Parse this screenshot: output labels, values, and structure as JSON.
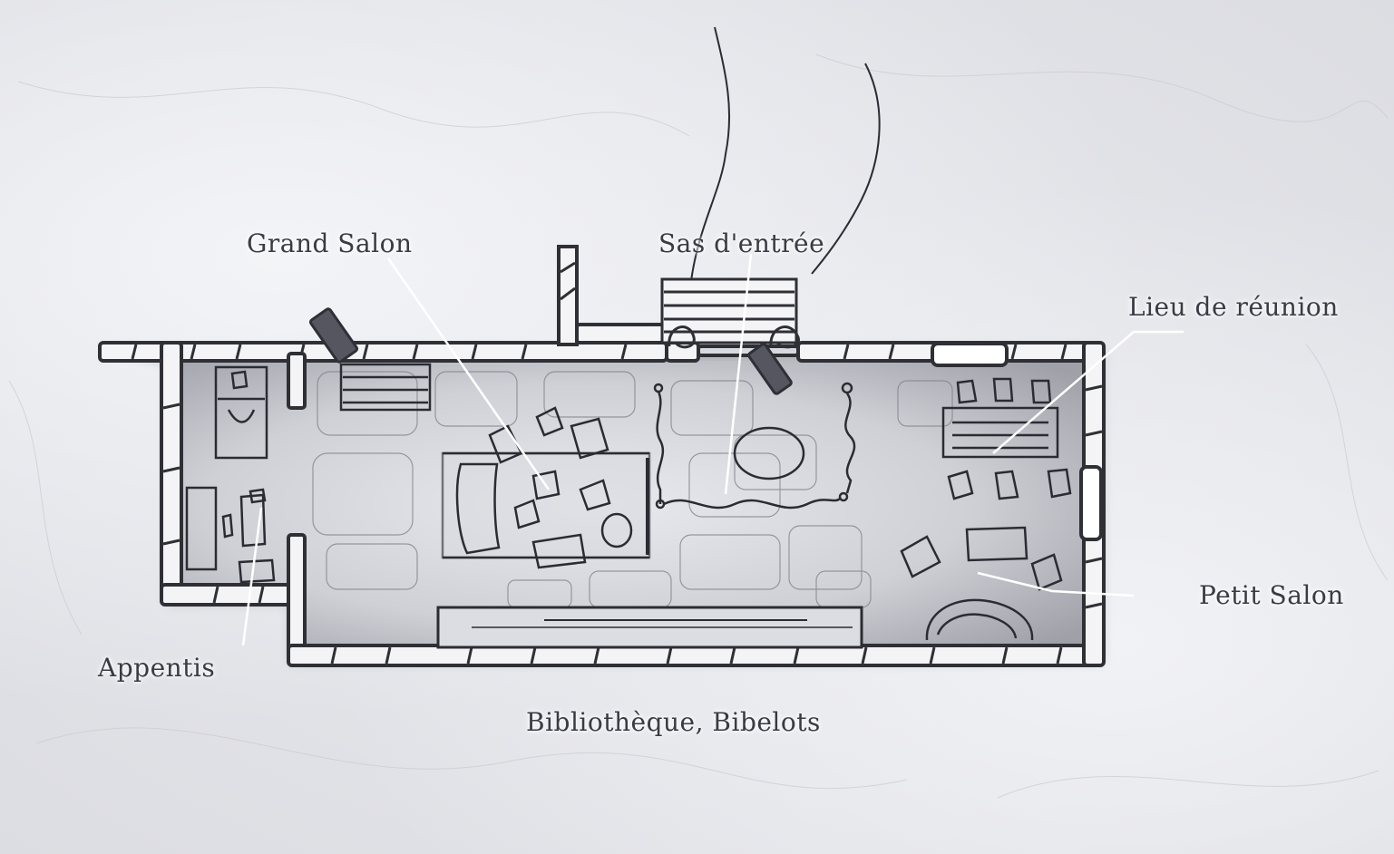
{
  "labels": {
    "grand_salon": "Grand Salon",
    "sas_entree": "Sas d'entrée",
    "lieu_reunion": "Lieu de réunion",
    "petit_salon": "Petit Salon",
    "appentis": "Appentis",
    "bibliotheque": "Bibliothèque, Bibelots"
  },
  "colors": {
    "wall_outline": "#2f3036",
    "wall_fill": "#f4f4f6",
    "floor": "#b9bac2",
    "sketch": "#2b2c33",
    "leader": "#ffffff",
    "label": "#3a3b44"
  }
}
